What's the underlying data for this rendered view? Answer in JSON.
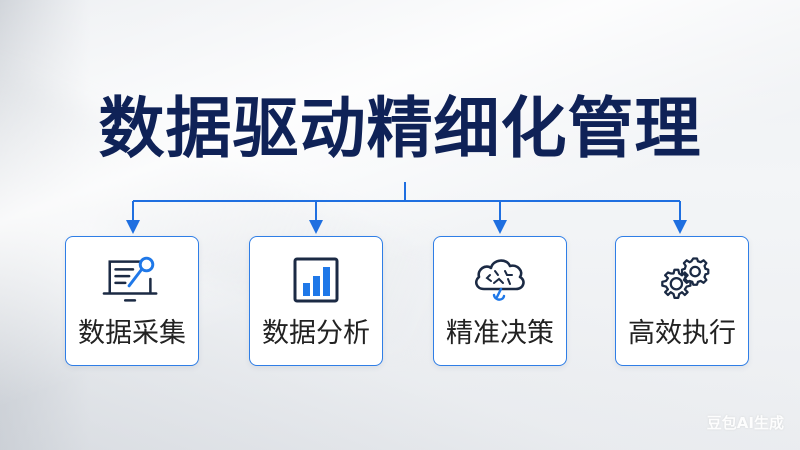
{
  "title": "数据驱动精细化管理",
  "colors": {
    "title": "#0f2257",
    "connector": "#1f6fe0",
    "card_border": "#2f7ee6",
    "icon_dark": "#1b2a44",
    "icon_accent": "#1f78e8",
    "label": "#222222"
  },
  "cards": [
    {
      "label": "数据采集",
      "icon": "monitor-magnifier-icon"
    },
    {
      "label": "数据分析",
      "icon": "bar-chart-icon"
    },
    {
      "label": "精准决策",
      "icon": "cloud-brain-icon"
    },
    {
      "label": "高效执行",
      "icon": "gears-icon"
    }
  ],
  "watermark": "豆包AI生成"
}
